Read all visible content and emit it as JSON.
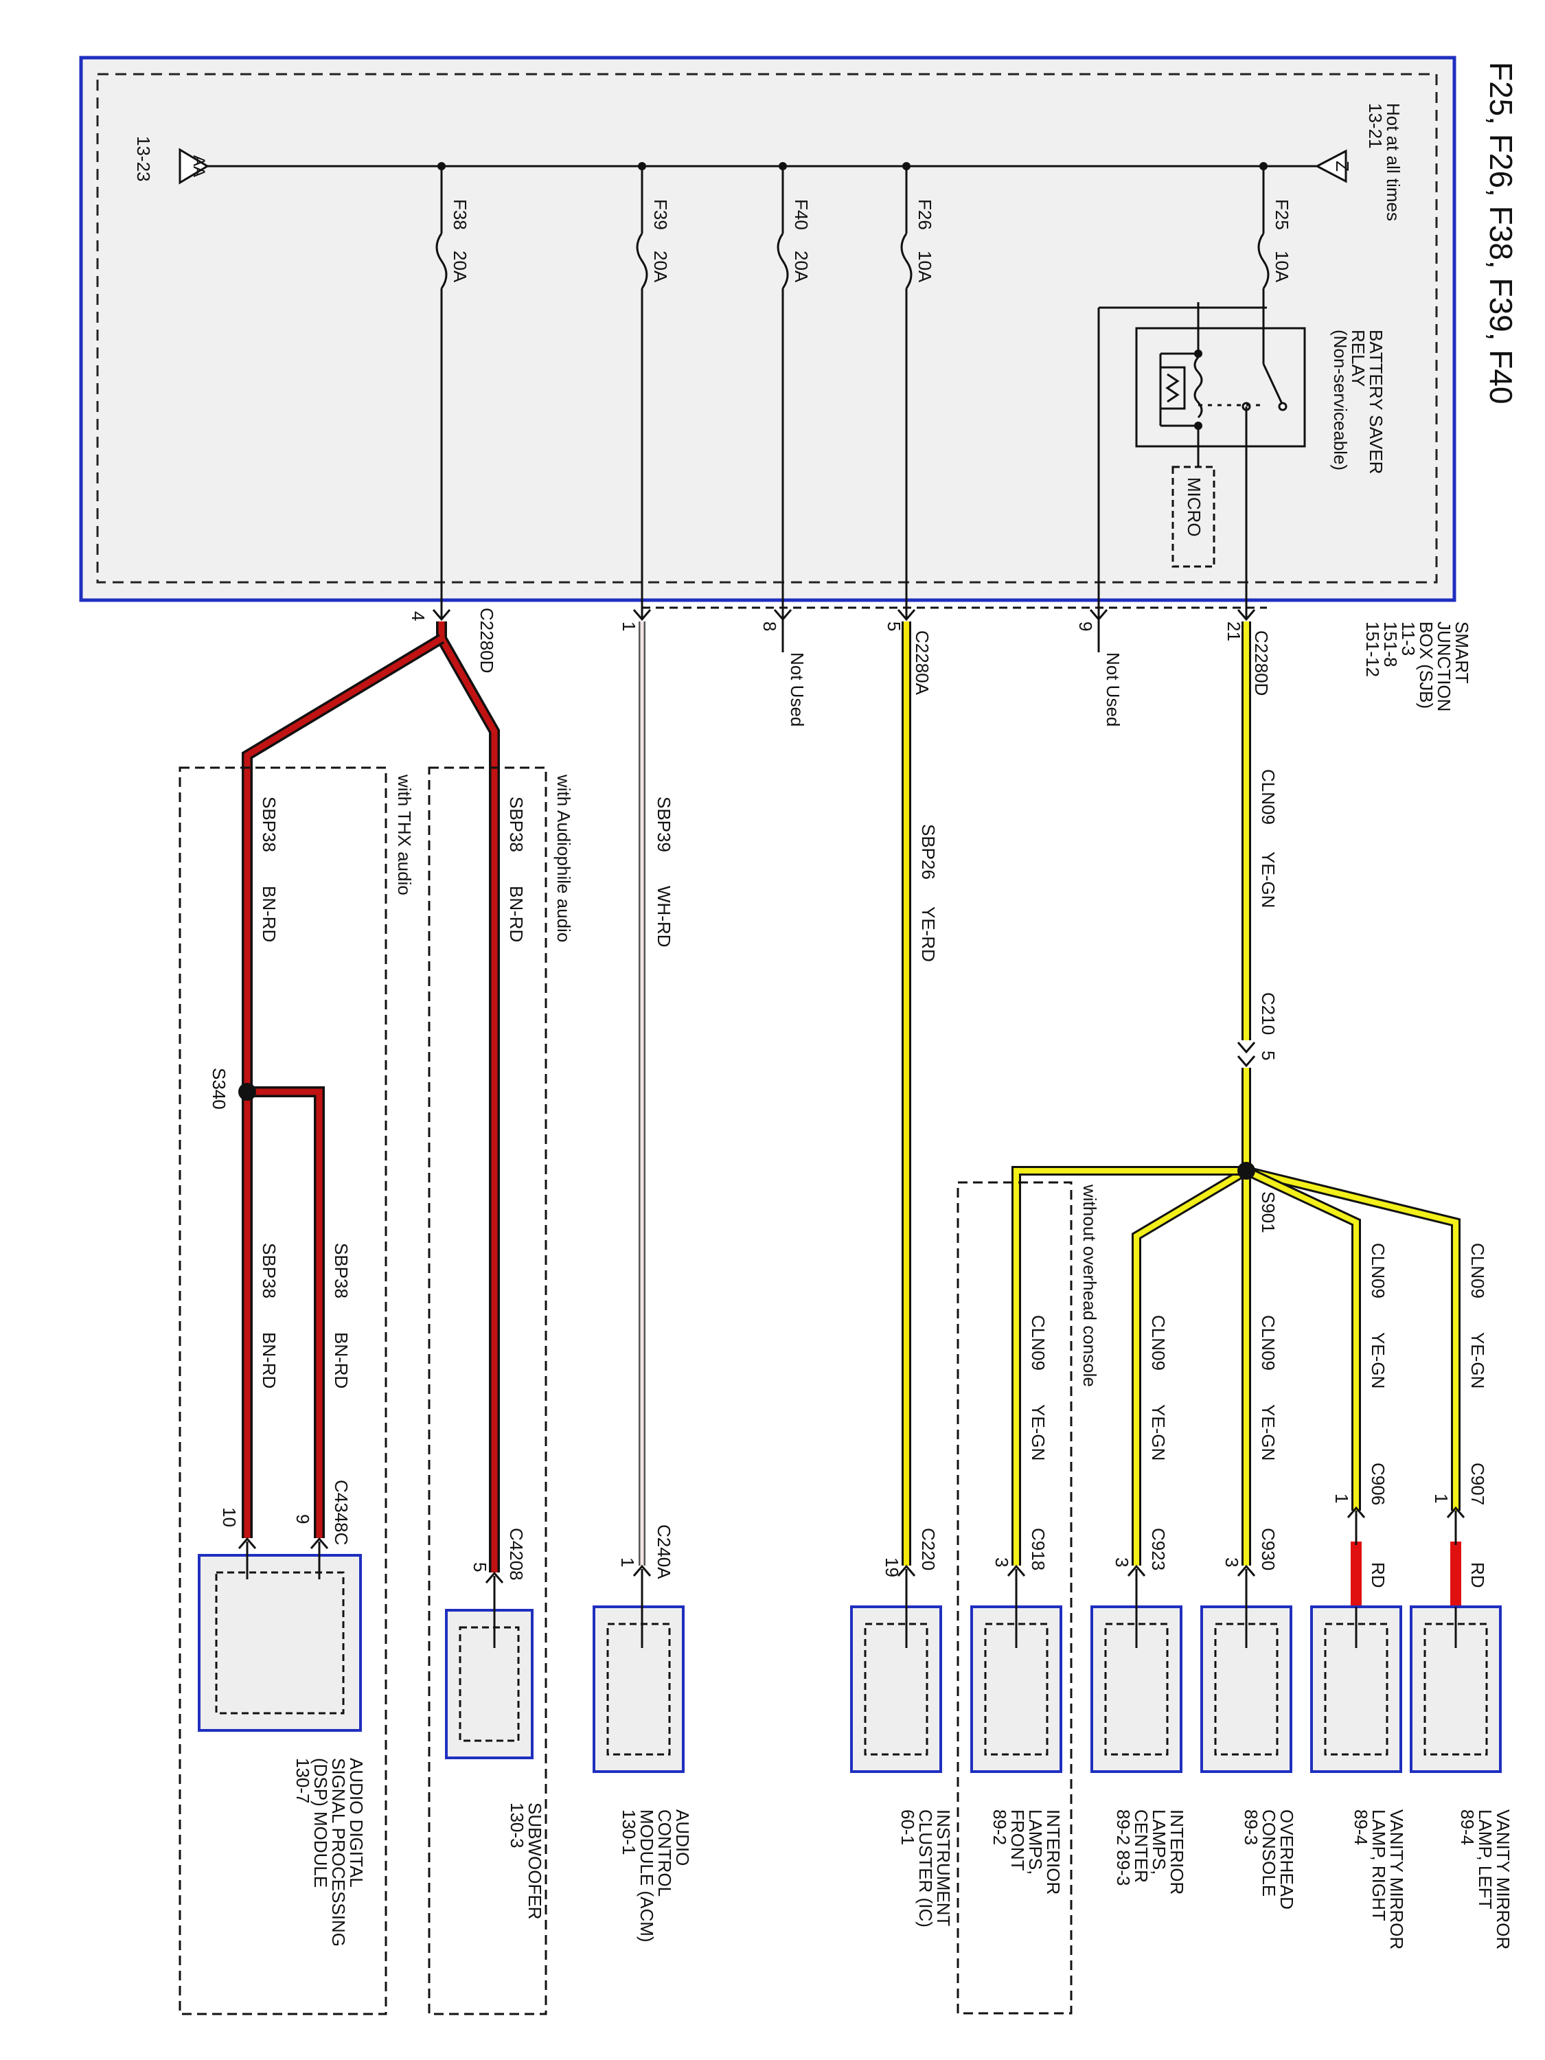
{
  "title": "F25, F26, F38, F39, F40",
  "sjb": {
    "name": [
      "SMART",
      "JUNCTION",
      "BOX (SJB)",
      "11-3",
      "151-8",
      "151-12"
    ],
    "hot_label": [
      "Hot at all times",
      "13-21"
    ],
    "z_symbol": "Z",
    "aa_symbol": "AA",
    "aa_ref": "13-23",
    "relay_label": [
      "BATTERY SAVER",
      "RELAY",
      "(Non-serviceable)"
    ],
    "micro_label": "MICRO"
  },
  "fuses": [
    {
      "id": "F25",
      "rating": "10A"
    },
    {
      "id": "F26",
      "rating": "10A"
    },
    {
      "id": "F40",
      "rating": "20A"
    },
    {
      "id": "F39",
      "rating": "20A"
    },
    {
      "id": "F38",
      "rating": "20A"
    }
  ],
  "connectors": {
    "c2280d_top": "C2280D",
    "pin21": "21",
    "pin9": "9",
    "not_used_1": "Not Used",
    "c2280a": "C2280A",
    "pin5": "5",
    "pin8": "8",
    "not_used_2": "Not Used",
    "pin1": "1",
    "c2280d_bot": "C2280D",
    "pin4": "4",
    "c210": "C210",
    "c210_pin": "5"
  },
  "circuits": {
    "cln09_main": "CLN09",
    "ye_gn_main": "YE-GN",
    "sbp26": "SBP26",
    "ye_rd": "YE-RD",
    "sbp39": "SBP39",
    "wh_rd": "WH-RD",
    "sbp38_a": "SBP38",
    "bn_rd_a": "BN-RD",
    "sbp38_b": "SBP38",
    "bn_rd_b": "BN-RD",
    "sbp38_c": "SBP38",
    "bn_rd_c": "BN-RD",
    "sbp38_d": "SBP38",
    "bn_rd_d": "BN-RD",
    "s901": "S901",
    "s340": "S340",
    "b1_c": "CLN09",
    "b1_col": "YE-GN",
    "b2_c": "CLN09",
    "b2_col": "YE-GN",
    "b3_c": "CLN09",
    "b3_col": "YE-GN",
    "b4_c": "CLN09",
    "b4_col": "YE-GN",
    "b5_c": "CLN09",
    "b5_col": "YE-GN"
  },
  "options": {
    "no_overhead": "without overhead console",
    "audiophile": "with Audiophile audio",
    "thx": "with THX audio"
  },
  "components": [
    {
      "id": "vm-left",
      "conn": "C907",
      "pin": "1",
      "wire": "RD",
      "name": [
        "VANITY MIRROR",
        "LAMP, LEFT",
        "89-4"
      ]
    },
    {
      "id": "vm-right",
      "conn": "C906",
      "pin": "1",
      "wire": "RD",
      "name": [
        "VANITY MIRROR",
        "LAMP, RIGHT",
        "89-4"
      ]
    },
    {
      "id": "overhead",
      "conn": "C930",
      "pin": "3",
      "name": [
        "OVERHEAD",
        "CONSOLE",
        "89-3"
      ]
    },
    {
      "id": "int-center",
      "conn": "C923",
      "pin": "3",
      "name": [
        "INTERIOR",
        "LAMPS,",
        "CENTER",
        "89-2   89-3"
      ]
    },
    {
      "id": "int-front",
      "conn": "C918",
      "pin": "3",
      "name": [
        "INTERIOR",
        "LAMPS,",
        "FRONT",
        "89-2"
      ]
    },
    {
      "id": "ic",
      "conn": "C220",
      "pin": "19",
      "name": [
        "INSTRUMENT",
        "CLUSTER (IC)",
        "60-1"
      ]
    },
    {
      "id": "acm",
      "conn": "C240A",
      "pin": "1",
      "name": [
        "AUDIO",
        "CONTROL",
        "MODULE (ACM)",
        "130-1"
      ]
    },
    {
      "id": "sub",
      "conn": "C4208",
      "pin": "5",
      "name": [
        "SUBWOOFER",
        "130-3"
      ]
    },
    {
      "id": "dsp",
      "conn": "C4348C",
      "pin_a": "9",
      "pin_b": "10",
      "name": [
        "AUDIO DIGITAL",
        "SIGNAL PROCESSING",
        "(DSP) MODULE",
        "130-7"
      ]
    }
  ],
  "colors": {
    "frame": "#1f2fbf",
    "ye_gn_fill": "#f2ef1a",
    "ye_rd_fill": "#f5e60c",
    "wh_rd_fill": "#f4e6e6",
    "bn_rd_fill": "#c11313",
    "rd": "#e01010",
    "sjb_fill": "#eeeeee",
    "comp_fill": "#eeeeee"
  }
}
